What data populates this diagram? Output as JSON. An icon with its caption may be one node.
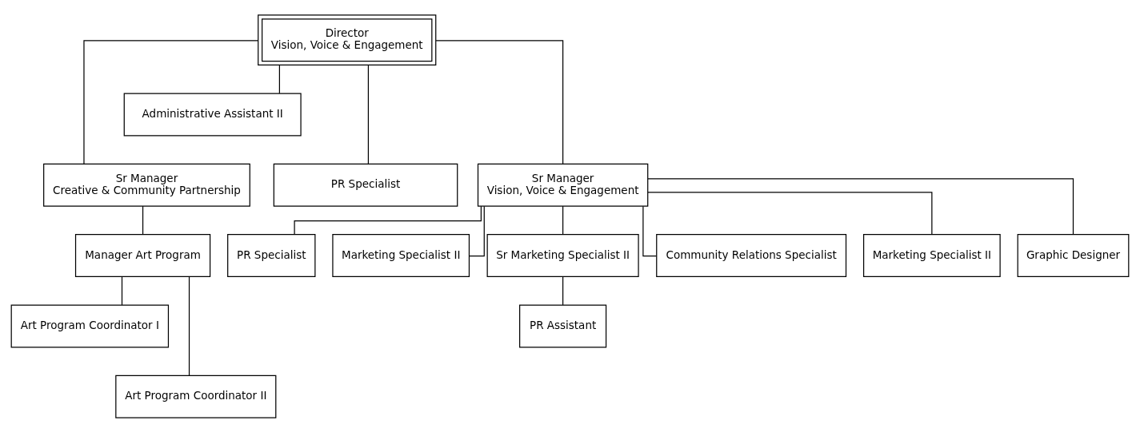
{
  "diagram": {
    "nodes": [
      {
        "text": [
          "Director",
          "Vision, Voice & Engagement"
        ]
      },
      {
        "text": [
          "Administrative Assistant II"
        ]
      },
      {
        "text": [
          "Sr Manager",
          "Creative & Community Partnership"
        ]
      },
      {
        "text": [
          "PR Specialist"
        ]
      },
      {
        "text": [
          "Sr Manager",
          "Vision, Voice & Engagement"
        ]
      },
      {
        "text": [
          "Manager Art Program"
        ]
      },
      {
        "text": [
          "Art Program Coordinator I"
        ]
      },
      {
        "text": [
          "Art Program Coordinator II"
        ]
      },
      {
        "text": [
          "PR Specialist"
        ]
      },
      {
        "text": [
          "Marketing Specialist II"
        ]
      },
      {
        "text": [
          "Sr Marketing Specialist II"
        ]
      },
      {
        "text": [
          "Community Relations Specialist"
        ]
      },
      {
        "text": [
          "Marketing Specialist II"
        ]
      },
      {
        "text": [
          "Graphic Designer"
        ]
      },
      {
        "text": [
          "PR Assistant"
        ]
      }
    ],
    "edges": [
      {
        "from": 0,
        "to": 1,
        "arrow": "none"
      },
      {
        "from": 0,
        "to": 2,
        "arrow": "none"
      },
      {
        "from": 0,
        "to": 3,
        "arrow": "none"
      },
      {
        "from": 0,
        "to": 4,
        "arrow": "none"
      },
      {
        "from": 2,
        "to": 5,
        "arrow": "none"
      },
      {
        "from": 5,
        "to": 6,
        "arrow": "none"
      },
      {
        "from": 5,
        "to": 7,
        "arrow": "none"
      },
      {
        "from": 4,
        "to": 8,
        "arrow": "none"
      },
      {
        "from": 4,
        "to": 9,
        "arrow": "none"
      },
      {
        "from": 4,
        "to": 10,
        "arrow": "none"
      },
      {
        "from": 4,
        "to": 11,
        "arrow": "none"
      },
      {
        "from": 4,
        "to": 12,
        "arrow": "none"
      },
      {
        "from": 4,
        "to": 13,
        "arrow": "none"
      },
      {
        "from": 10,
        "to": 14,
        "arrow": "none"
      }
    ]
  }
}
